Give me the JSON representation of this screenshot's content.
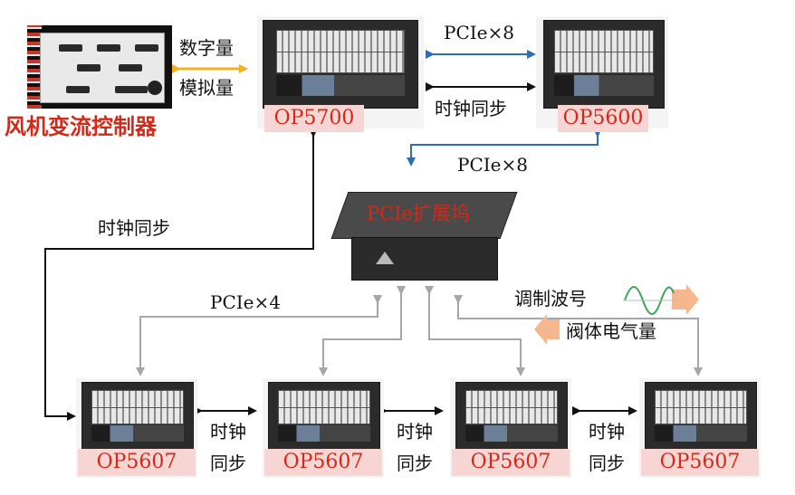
{
  "title": "",
  "controller": {
    "label": "风机变流控制器"
  },
  "io_labels": {
    "digital": "数字量",
    "analog": "模拟量"
  },
  "top_devices": [
    {
      "name": "OP5700"
    },
    {
      "name": "OP5600"
    }
  ],
  "links": {
    "top_pcie": "PCIe×8",
    "top_sync": "时钟同步",
    "hub_pcie": "PCIe×8",
    "left_sync": "时钟同步",
    "bottom_pcie": "PCIe×4"
  },
  "hub": {
    "label": "PCIe扩展坞"
  },
  "signals": {
    "modulation": "调制波号",
    "valve": "阀体电气量"
  },
  "bottom_devices": [
    {
      "name": "OP5607"
    },
    {
      "name": "OP5607"
    },
    {
      "name": "OP5607"
    },
    {
      "name": "OP5607"
    }
  ],
  "bottom_sync": [
    {
      "line1": "时钟",
      "line2": "同步"
    },
    {
      "line1": "时钟",
      "line2": "同步"
    },
    {
      "line1": "时钟",
      "line2": "同步"
    }
  ],
  "colors": {
    "label_red": "#d12a1a",
    "label_bg": "#f6d5d2",
    "pcie_blue": "#2f6db0",
    "io_orange": "#f0b020",
    "gray_arrow": "#a6a6a6",
    "signal_orange": "#f6b78f",
    "wave_green": "#3aa655"
  }
}
